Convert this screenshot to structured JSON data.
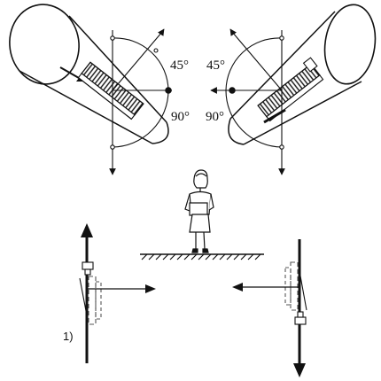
{
  "labels": {
    "top_left_angle_upper": "45°",
    "top_left_angle_lower": "90°",
    "top_right_angle_upper": "45°",
    "top_right_angle_lower": "90°",
    "footnote_marker": "1)"
  },
  "icons": {
    "left_luminaire": "tubular-heater-rotatable-icon",
    "right_luminaire": "tubular-heater-rotatable-icon",
    "person": "standing-woman-figure",
    "floor": "hatched-floor-line",
    "left_mount": "wall-bracket-icon",
    "right_mount": "wall-bracket-icon"
  },
  "colors": {
    "stroke": "#111111",
    "fill_light": "#ffffff",
    "fill_dark": "#1a1a1a",
    "dashed": "#555555"
  }
}
